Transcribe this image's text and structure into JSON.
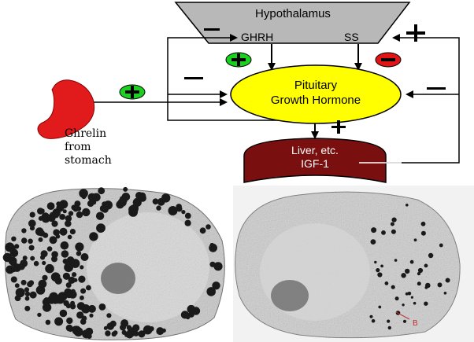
{
  "diagram": {
    "hypothalamus": {
      "title": "Hypothalamus",
      "ghrh": "GHRH",
      "ss": "SS"
    },
    "pituitary": {
      "line1": "Pituitary",
      "line2": "Growth Hormone"
    },
    "liver": {
      "line1": "Liver, etc.",
      "line2": "IGF-1"
    },
    "ghrelin": {
      "line1": "Ghrelin",
      "line2": "from",
      "line3": "stomach"
    },
    "signs": {
      "plus": "+",
      "minus": "−"
    }
  },
  "micrographs": {
    "right_label": "B"
  },
  "colors": {
    "hypothalamus_fill": "#b8b8b8",
    "pituitary_fill": "#ffff00",
    "liver_fill": "#7a0f0f",
    "stomach_fill": "#e11b1b",
    "plus_badge": "#19d11e",
    "minus_badge": "#e01414",
    "line": "#000000",
    "annotation": "#c03030"
  }
}
